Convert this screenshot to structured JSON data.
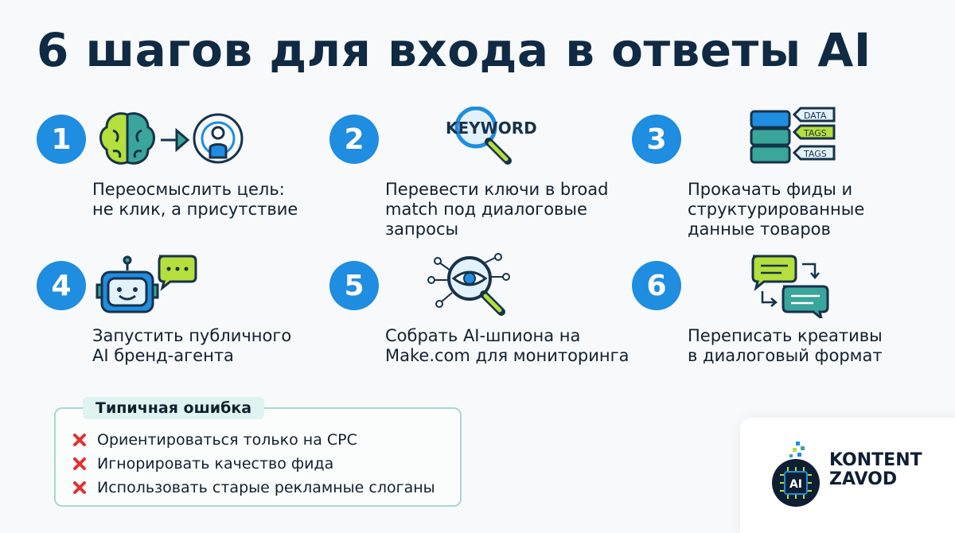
{
  "title": "6 шагов для входа в ответы AI",
  "steps": [
    {
      "number": "1",
      "text_line1": "Переосмыслить цель:",
      "text_line2": "не клик, а присутствие",
      "text_line3": "",
      "icon": "brain-to-person-icon"
    },
    {
      "number": "2",
      "text_line1": "Перевести ключи в broad",
      "text_line2": "match под диалоговые",
      "text_line3": "запросы",
      "icon": "keyword-magnifier-icon",
      "icon_word": "KEYWORD"
    },
    {
      "number": "3",
      "text_line1": "Прокачать фиды и",
      "text_line2": "структурированные",
      "text_line3": "данные товаров",
      "icon": "database-tags-icon",
      "tags": [
        "DATA",
        "TAGS",
        "TAGS"
      ]
    },
    {
      "number": "4",
      "text_line1": "Запустить публичного",
      "text_line2": "AI бренд-агента",
      "text_line3": "",
      "icon": "robot-chat-icon"
    },
    {
      "number": "5",
      "text_line1": "Собрать AI-шпиона на",
      "text_line2": "Make.com для мониторинга",
      "text_line3": "",
      "icon": "eye-magnifier-network-icon"
    },
    {
      "number": "6",
      "text_line1": "Переписать креативы",
      "text_line2": "в диалоговый формат",
      "text_line3": "",
      "icon": "chat-bubbles-exchange-icon"
    }
  ],
  "mistakes": {
    "title": "Типичная ошибка",
    "items": [
      "Ориентироваться только на CPC",
      "Игнорировать качество фида",
      "Использовать старые рекламные слоганы"
    ]
  },
  "logo": {
    "mark_text": "AI",
    "line1": "KONTENT",
    "line2": "ZAVOD"
  },
  "colors": {
    "badge": "#1f8de0",
    "accent_green": "#b5df3c",
    "accent_teal": "#3aa59a",
    "icon_blue": "#1f8de0",
    "icon_outline": "#17324a",
    "mistake_x": "#e03232",
    "mistakes_border": "#a8d8d3"
  }
}
